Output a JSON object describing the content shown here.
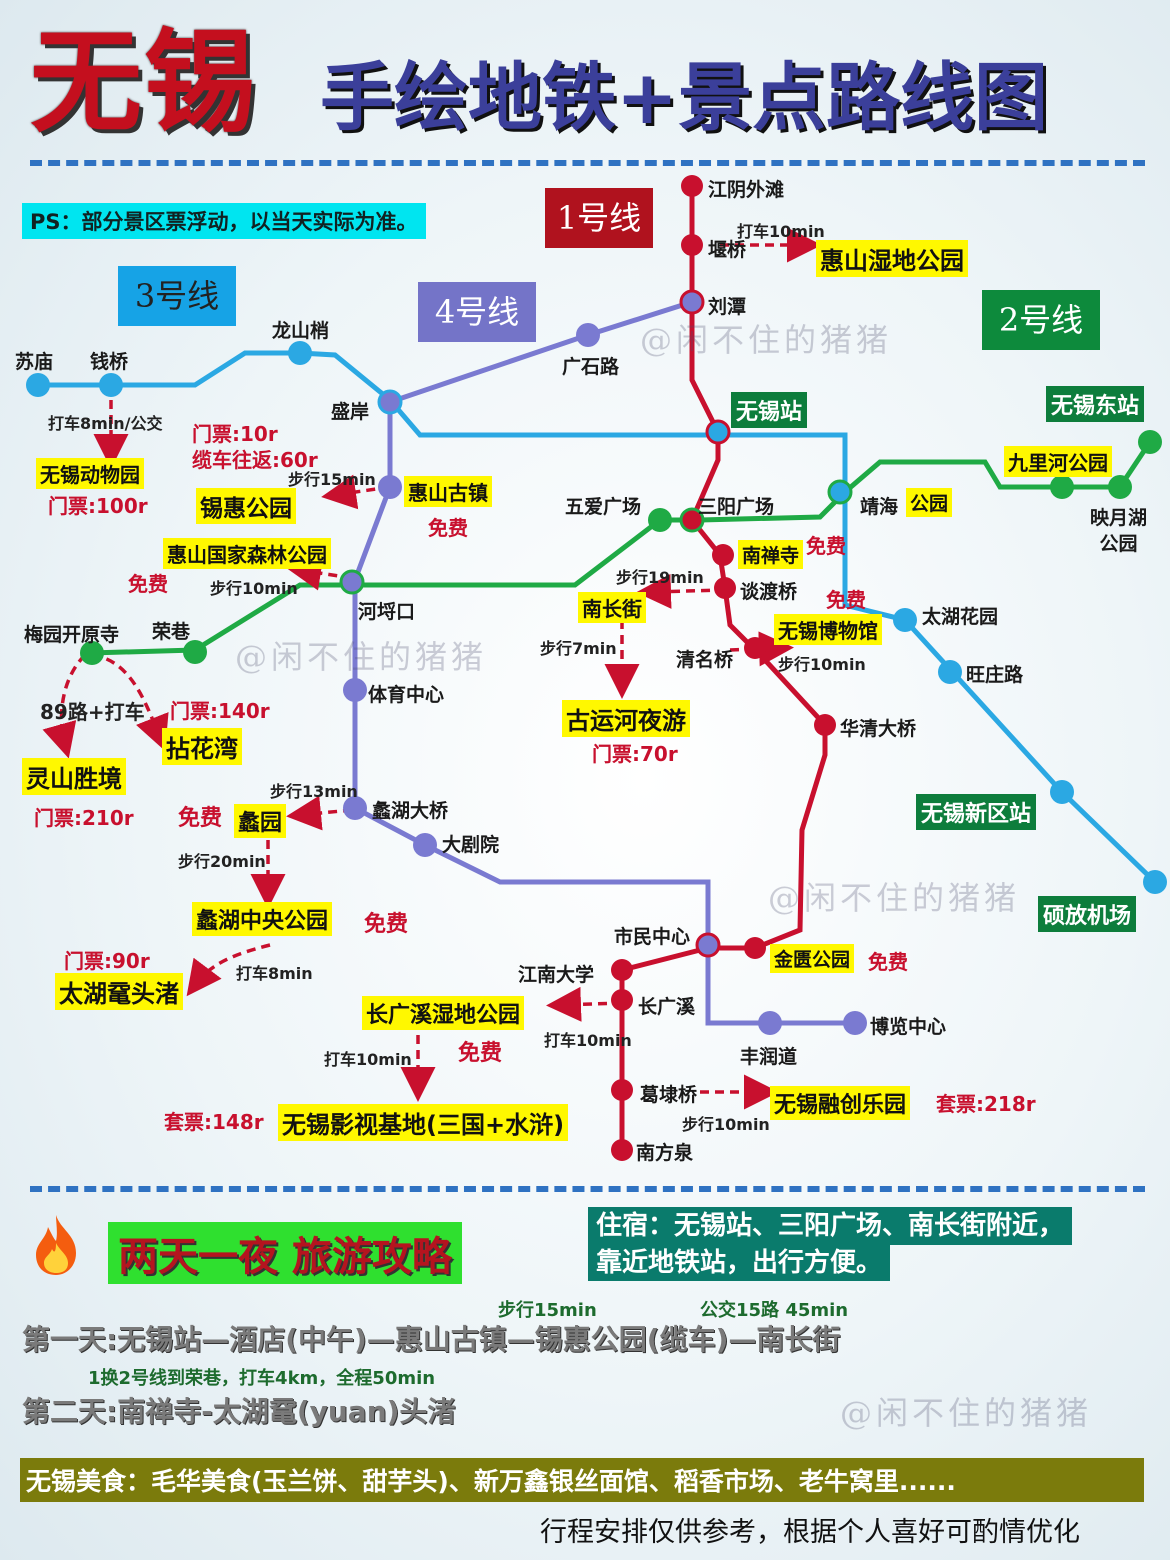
{
  "title": {
    "main": "无锡",
    "sub": "手绘地铁+景点路线图"
  },
  "ps": "PS：部分景区票浮动，以当天实际为准。",
  "lines": {
    "line1": "1号线",
    "line2": "2号线",
    "line3": "3号线",
    "line4": "4号线"
  },
  "colors": {
    "line1": "#c8102e",
    "line2": "#1faa45",
    "line3": "#2ba8e3",
    "line4": "#7a7ad1"
  },
  "stations": {
    "jiangyin": "江阴外滩",
    "yanqiao": "堰桥",
    "liutan": "刘潭",
    "guangshilu": "广石路",
    "wuxizhan": "无锡站",
    "suzhou": "苏庙",
    "qianqiao": "钱桥",
    "longshanshao": "龙山梢",
    "shengan": "盛岸",
    "huishanguzhen": "惠山古镇",
    "wuaiguangchang": "五爱广场",
    "sanyangguangchang": "三阳广场",
    "jinghai": "靖海",
    "nanchansi": "南禅寺",
    "tanduqiao": "谈渡桥",
    "hepukou": "河埒口",
    "meiyuan": "梅园开原寺",
    "rongxiang": "荣巷",
    "tiyuzhongxin": "体育中心",
    "qingmingqiao": "清名桥",
    "huaqingdaqiao": "华清大桥",
    "lihudaqiao": "蠡湖大桥",
    "dajuyuan": "大剧院",
    "shiminzhongxin": "市民中心",
    "jiangnandaxue": "江南大学",
    "changguangxi": "长广溪",
    "gedaiqiao": "葛埭桥",
    "nanfangquan": "南方泉",
    "fengrundao": "丰润道",
    "bolanzhongxin": "博览中心",
    "taihuhuayuan": "太湖花园",
    "wangzhuanglu": "旺庄路",
    "yingyuehu": "映月湖\n公园",
    "jiulihe": "九里河公园",
    "wuxidongzhan": "无锡东站",
    "xinquzhan": "无锡新区站",
    "shuofangjichang": "硕放机场",
    "jingdian": "公园",
    "jinkuang": "金匮公园"
  },
  "attractions": {
    "huishanshidi": "惠山湿地公园",
    "xihuigongyuan": "锡惠公园",
    "huishanguojia": "惠山国家森林公园",
    "dongwuyuan": "无锡动物园",
    "nanchangjie": "南长街",
    "bowuguan": "无锡博物馆",
    "guyunhe": "古运河夜游",
    "lingshan": "灵山胜境",
    "niehuawan": "拈花湾",
    "liyuan": "蠡园",
    "lihuzhongyang": "蠡湖中央公园",
    "taihuyuantouzhu": "太湖鼋头渚",
    "changguangxishidi": "长广溪湿地公园",
    "yingshijidi": "无锡影视基地(三国+水浒)",
    "rongchuang": "无锡融创乐园",
    "wuxizhan_att": "无锡站"
  },
  "prices": {
    "xihui_ticket": "门票:10r",
    "xihui_cable": "缆车往返:60r",
    "huishan_free": "免费",
    "forest_free": "免费",
    "zoo": "门票:100r",
    "nanchansi_free": "免费",
    "bowuguan_free": "免费",
    "guyunhe": "门票:70r",
    "niehuawan": "门票:140r",
    "lingshan": "门票:210r",
    "liyuan_free": "免费",
    "lihu_free": "免费",
    "taihu": "门票:90r",
    "changguangxi_free": "免费",
    "yingshi": "套票:148r",
    "rongchuang": "套票:218r",
    "jinkuang_free": "免费"
  },
  "routes": {
    "yanqiao_taxi": "打车10min",
    "zoo_taxi": "打车8min/公交",
    "walk15": "步行15min",
    "walk10_forest": "步行10min",
    "walk19": "步行19min",
    "walk7": "步行7min",
    "walk10_museum": "步行10min",
    "bus89": "89路+打车",
    "walk13": "步行13min",
    "walk20": "步行20min",
    "taxi8": "打车8min",
    "taxi10_changguangxi": "打车10min",
    "taxi10_yingshi": "打车10min",
    "walk10_rongchuang": "步行10min"
  },
  "watermark": "@闲不住的猪猪",
  "guide": {
    "title": "两天一夜 旅游攻略",
    "stay": "住宿：无锡站、三阳广场、南长街附近，",
    "stay2": "靠近地铁站，出行方便。",
    "tip1": "步行15min",
    "tip2": "公交15路 45min",
    "day1": "第一天:无锡站—酒店(中午)—惠山古镇—锡惠公园(缆车)—南长街",
    "tip3": "1换2号线到荣巷，打车4km，全程50min",
    "day2": "第二天:南禅寺-太湖鼋(yuan)头渚",
    "food": "无锡美食：毛华美食(玉兰饼、甜芋头)、新万鑫银丝面馆、稻香市场、老牛窝里......",
    "footer": "行程安排仅供参考，根据个人喜好可酌情优化"
  }
}
